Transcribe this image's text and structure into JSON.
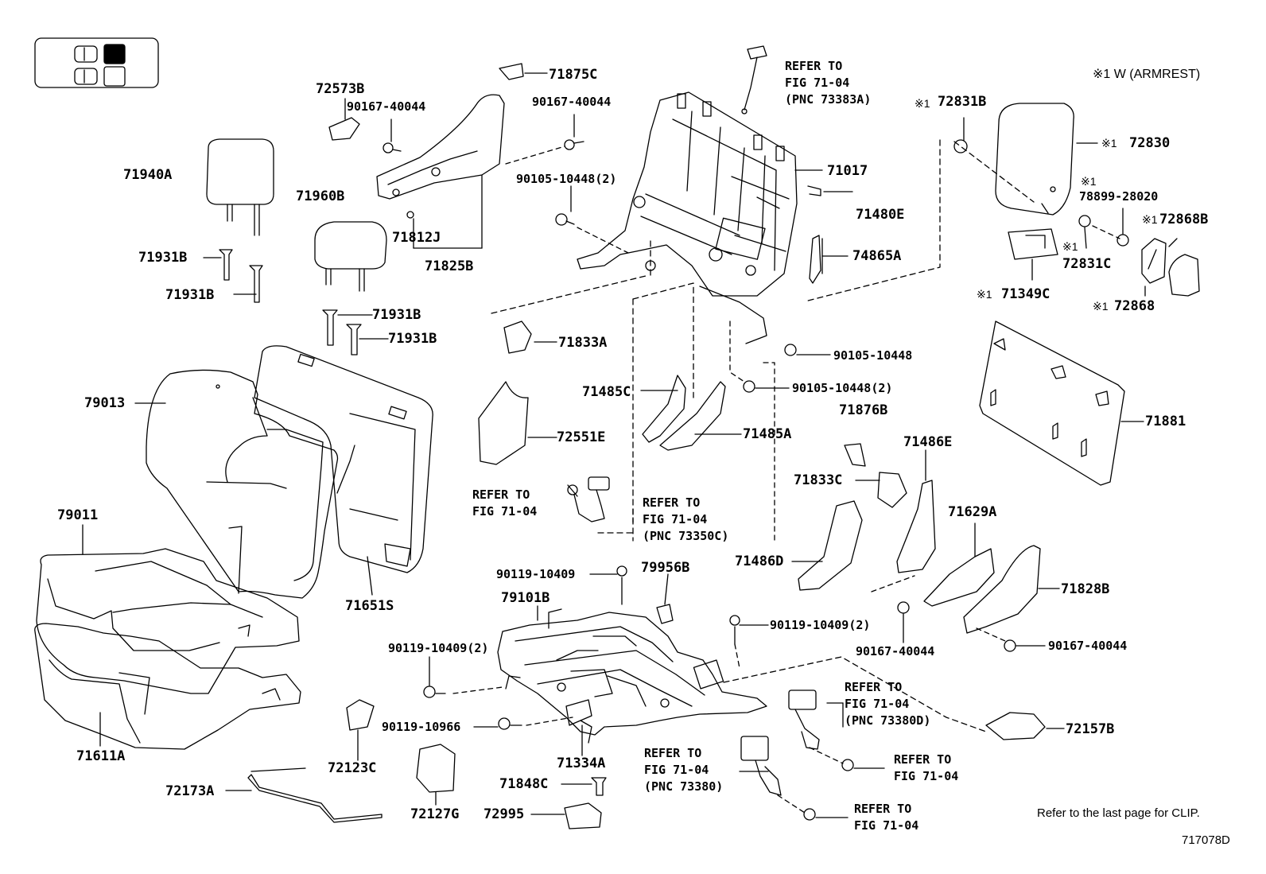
{
  "legend_note": "※1  W (ARMREST)",
  "footer_note": "Refer to the last page for CLIP.",
  "figure_code": "717078D",
  "labels": {
    "p71940A": "71940A",
    "p72573B": "72573B",
    "p90167_40044_a": "90167-40044",
    "p71875C": "71875C",
    "p90167_40044_b": "90167-40044",
    "p90105_10448_2a": "90105-10448(2)",
    "p71017": "71017",
    "p72831B": "72831B",
    "p72830": "72830",
    "p78899": "78899-28020",
    "p72868B": "72868B",
    "p71960B": "71960B",
    "p71812J": "71812J",
    "p71825B": "71825B",
    "p71480E": "71480E",
    "p74865A": "74865A",
    "p71931B_1": "71931B",
    "p71931B_2": "71931B",
    "p71931B_3": "71931B",
    "p71931B_4": "71931B",
    "p72831C": "72831C",
    "p71349C": "71349C",
    "p72868": "72868",
    "p71833A": "71833A",
    "p90105_10448": "90105-10448",
    "p90105_10448_2b": "90105-10448(2)",
    "p79013": "79013",
    "p71485C": "71485C",
    "p71485A": "71485A",
    "p72551E": "72551E",
    "p71876B": "71876B",
    "p71881": "71881",
    "p71486E": "71486E",
    "p71833C": "71833C",
    "p71629A": "71629A",
    "p79011": "79011",
    "p71486D": "71486D",
    "p71828B": "71828B",
    "p79956B": "79956B",
    "p90119_10409": "90119-10409",
    "p79101B": "79101B",
    "p71651S": "71651S",
    "p90119_10409_2b": "90119-10409(2)",
    "p90119_10409_2a": "90119-10409(2)",
    "p90167_40044_c": "90167-40044",
    "p90167_40044_d": "90167-40044",
    "p90119_10966": "90119-10966",
    "p71611A": "71611A",
    "p72123C": "72123C",
    "p71334A": "71334A",
    "p72157B": "72157B",
    "p72173A": "72173A",
    "p71848C": "71848C",
    "p72127G": "72127G",
    "p72995": "72995"
  },
  "refs": {
    "ref1": "REFER TO\nFIG 71-04\n(PNC 73383A)",
    "ref2": "REFER TO\nFIG 71-04",
    "ref3": "REFER TO\nFIG 71-04\n(PNC 73350C)",
    "ref4": "REFER TO\nFIG 71-04\n(PNC 73380D)",
    "ref5": "REFER TO\nFIG 71-04",
    "ref6": "REFER TO\nFIG 71-04\n(PNC 73380)",
    "ref7": "REFER TO\nFIG 71-04"
  },
  "markers": {
    "m1": "※1",
    "m2": "※1",
    "m3": "※1",
    "m4": "※1",
    "m5": "※1",
    "m6": "※1",
    "m7": "※1"
  }
}
